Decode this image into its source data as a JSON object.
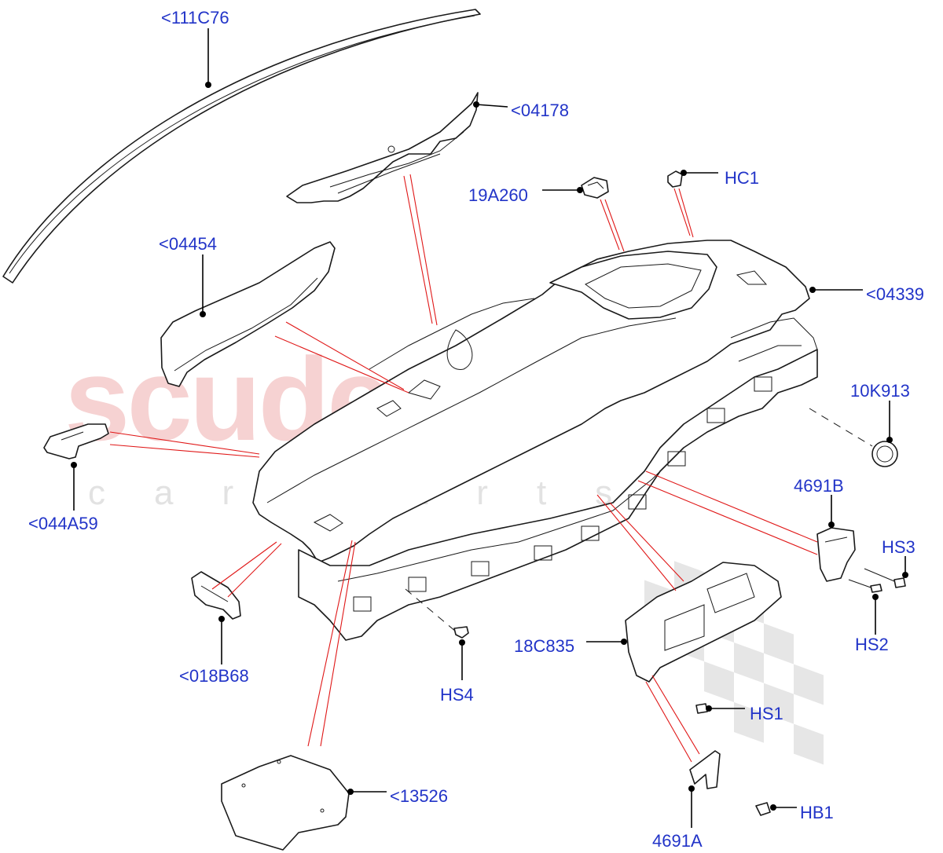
{
  "watermark": {
    "main": "scuderia",
    "sub": "car parts"
  },
  "colors": {
    "label": "#2234c8",
    "callout_red": "#e01818",
    "watermark_pink": "#f6d2d2",
    "watermark_grey": "#e2e2e2"
  },
  "labels": {
    "l111c76": "<111C76",
    "l04178": "<04178",
    "l19a260": "19A260",
    "lhc1": "HC1",
    "l04454": "<04454",
    "l04339": "<04339",
    "l10k913": "10K913",
    "l044a59": "<044A59",
    "l4691b": "4691B",
    "lhs3": "HS3",
    "lhs2": "HS2",
    "l18c835": "18C835",
    "l018b68": "<018B68",
    "lhs4": "HS4",
    "lhs1": "HS1",
    "l13526": "<13526",
    "lhb1": "HB1",
    "l4691a": "4691A"
  }
}
